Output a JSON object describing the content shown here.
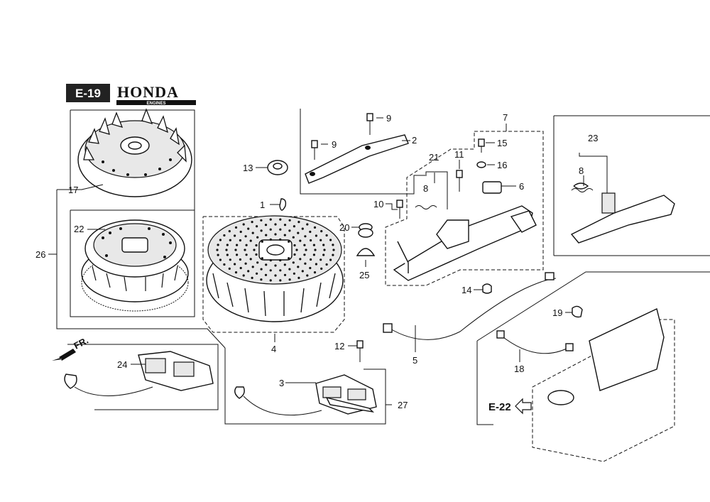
{
  "page_code": "E-19",
  "brand": {
    "name": "HONDA",
    "sub": "ENGINES"
  },
  "ref_page": "E-22",
  "direction_label": "FR.",
  "callouts": [
    "1",
    "2",
    "3",
    "4",
    "5",
    "6",
    "7",
    "8",
    "8",
    "9",
    "9",
    "10",
    "11",
    "12",
    "13",
    "14",
    "15",
    "16",
    "17",
    "18",
    "19",
    "20",
    "21",
    "22",
    "23",
    "24",
    "25",
    "26",
    "27"
  ],
  "colors": {
    "ink": "#111111",
    "badge_bg": "#222222",
    "badge_text": "#ffffff"
  },
  "icons": [
    "arrow-left-icon",
    "arrow-direction-icon"
  ]
}
